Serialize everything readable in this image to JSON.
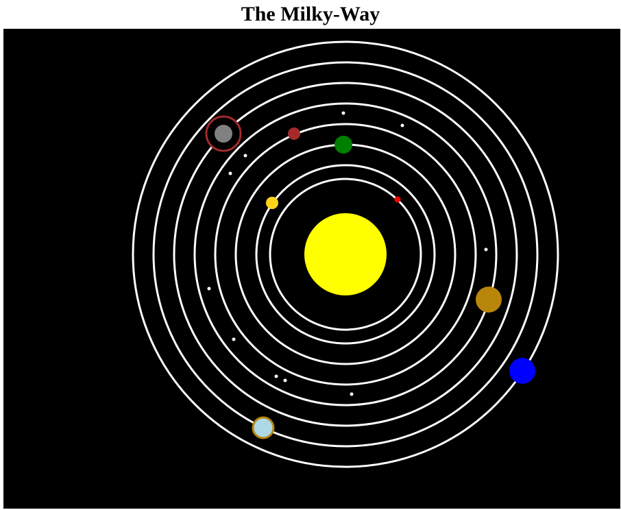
{
  "page": {
    "title": "The Milky-Way"
  },
  "scene": {
    "background_color": "#000000",
    "orbit_color": "#ffffff",
    "sun": {
      "name": "sun",
      "color": "#ffff00"
    },
    "planets": [
      {
        "name": "mercury",
        "color": "#ff0000"
      },
      {
        "name": "venus",
        "color": "#ffd21a"
      },
      {
        "name": "earth",
        "color": "#008000"
      },
      {
        "name": "mars",
        "color": "#a52a2a"
      },
      {
        "name": "jupiter",
        "color": "#b8860b"
      },
      {
        "name": "saturn",
        "color": "#808080",
        "ring_color": "#a52a2a"
      },
      {
        "name": "uranus",
        "color": "#add8e6",
        "outline_color": "#b8860b"
      },
      {
        "name": "neptune",
        "color": "#0000ff"
      }
    ],
    "stars_color": "#ffffff"
  }
}
